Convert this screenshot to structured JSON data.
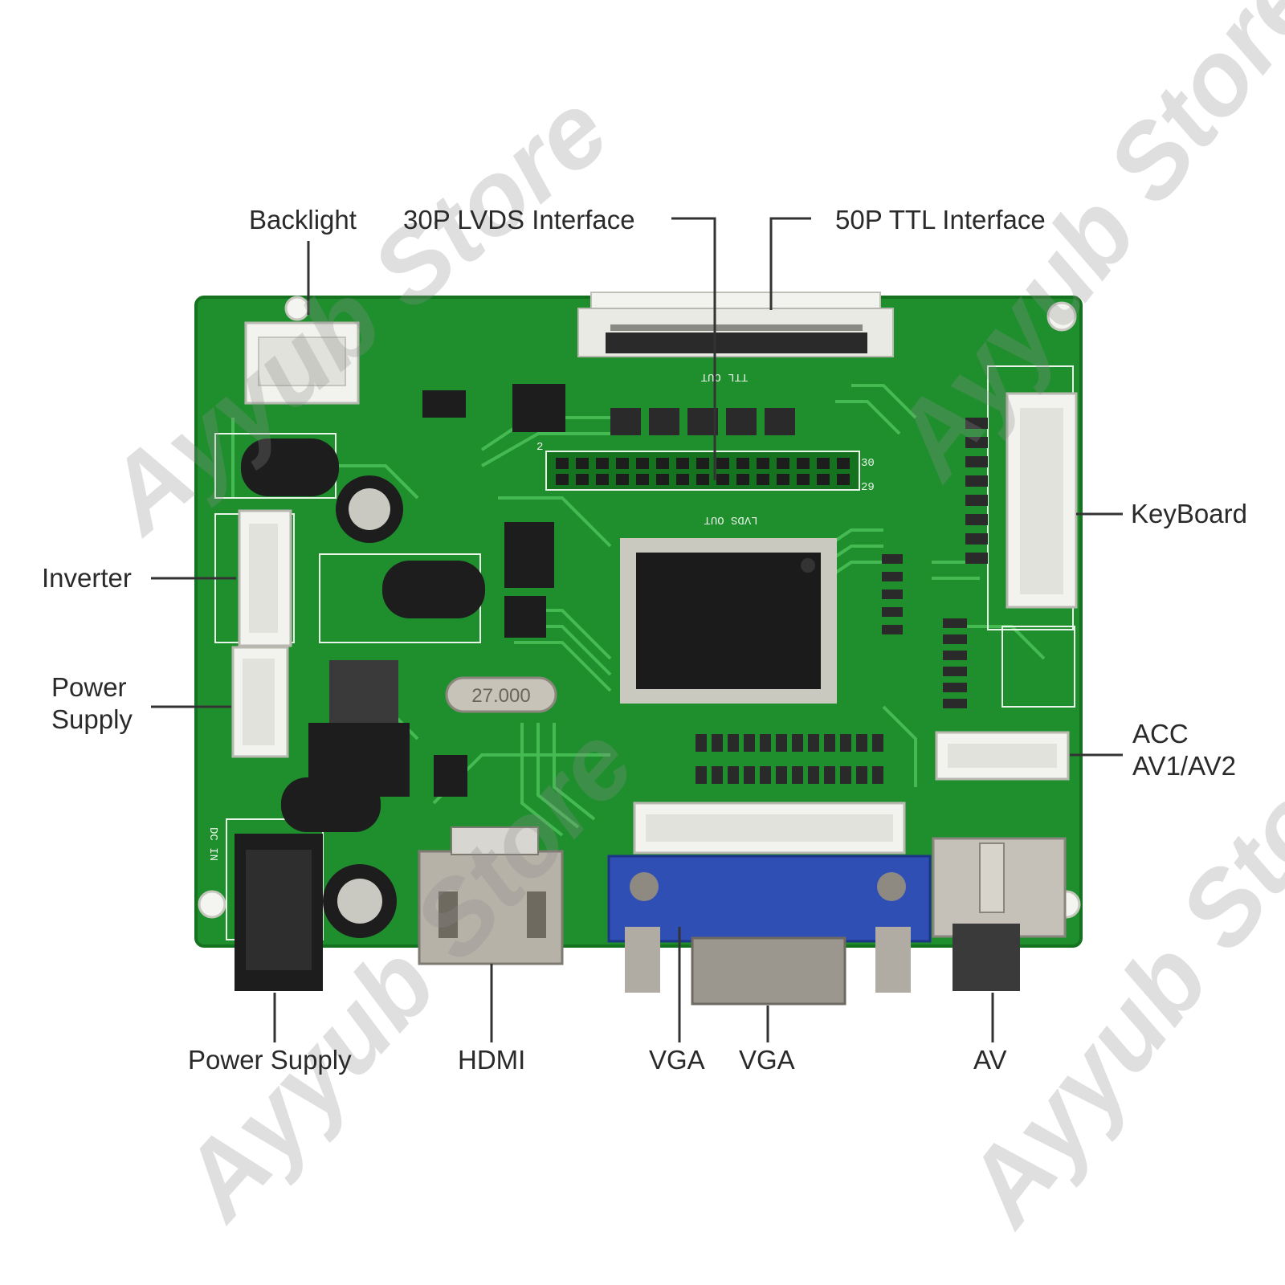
{
  "labels": {
    "backlight": "Backlight",
    "lvds_30p": "30P LVDS Interface",
    "ttl_50p": "50P TTL Interface",
    "keyboard": "KeyBoard",
    "inverter": "Inverter",
    "power_supply_left_line1": "Power",
    "power_supply_left_line2": "Supply",
    "acc_line1": "ACC",
    "acc_line2": "AV1/AV2",
    "power_supply_bottom": "Power Supply",
    "hdmi": "HDMI",
    "vga_1": "VGA",
    "vga_2": "VGA",
    "av": "AV"
  },
  "board_markings": {
    "ttl_out": "TTL OUT",
    "lvds_out": "LVDS OUT",
    "crystal": "27.000",
    "pin_2": "2",
    "pin_30": "30",
    "pin_29": "29",
    "dc_in": "DC IN"
  },
  "watermark": "Ayyub Store",
  "colors": {
    "pcb_green": "#1f8f2e",
    "pcb_dark": "#136a1f",
    "trace": "#4cc25a",
    "silkscreen": "#e8f5e8",
    "connector_white": "#f2f2ee",
    "vga_blue": "#2f4fb5",
    "metal": "#b7b2a8",
    "chip_black": "#1b1b1b",
    "label_text": "#2a2a2a",
    "leader_line": "#333333"
  }
}
